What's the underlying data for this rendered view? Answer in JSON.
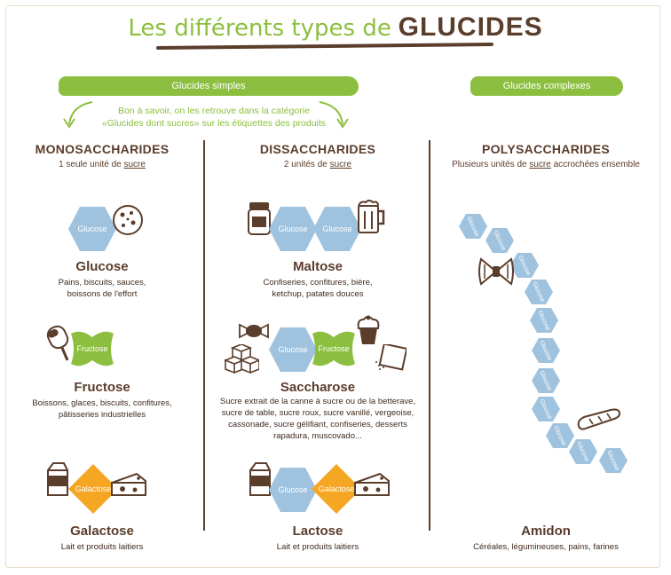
{
  "title": {
    "part1": "Les différents types de",
    "part2": "GLUCIDES"
  },
  "banners": {
    "simple": "Glucides simples",
    "complex": "Glucides complexes"
  },
  "tip": "Bon à savoir, on les retrouve dans la catégorie «Glucides dont sucres» sur les étiquettes des produits",
  "columns": [
    {
      "title": "MONOSACCHARIDES",
      "subtitle_pre": "1 seule unité de ",
      "subtitle_u": "sucre",
      "subtitle_post": ""
    },
    {
      "title": "DISSACCHARIDES",
      "subtitle_pre": "2 unités de ",
      "subtitle_u": "sucre",
      "subtitle_post": ""
    },
    {
      "title": "POLYSACCHARIDES",
      "subtitle_pre": "Plusieurs unités de ",
      "subtitle_u": "sucre",
      "subtitle_post": " accrochées ensemble"
    }
  ],
  "mono": [
    {
      "name": "Glucose",
      "desc": [
        "Pains, biscuits, sauces,",
        "boissons de l'effort"
      ],
      "unit": "Glucose"
    },
    {
      "name": "Fructose",
      "desc": [
        "Boissons, glaces, biscuits, confitures,",
        "pâtisseries industrielles"
      ],
      "unit": "Fructose"
    },
    {
      "name": "Galactose",
      "desc": [
        "Lait et produits laitiers"
      ],
      "unit": "Galactose"
    }
  ],
  "di": [
    {
      "name": "Maltose",
      "desc": [
        "Confiseries, confitures, bière,",
        "ketchup, patates douces"
      ],
      "units": [
        "Glucose",
        "Glucose"
      ]
    },
    {
      "name": "Saccharose",
      "desc": [
        "Sucre extrait de la canne à sucre ou de la betterave,",
        "sucre de table, sucre roux, sucre vanillé, vergeoise,",
        "cassonade, sucre gélifiant, confiseries, desserts",
        "rapadura, muscovado..."
      ],
      "units": [
        "Glucose",
        "Fructose"
      ]
    },
    {
      "name": "Lactose",
      "desc": [
        "Lait et produits laitiers"
      ],
      "units": [
        "Glucose",
        "Galactose"
      ]
    }
  ],
  "poly": {
    "name": "Amidon",
    "desc": "Céréales, légumineuses, pains, farines",
    "unit": "Glucose"
  },
  "colors": {
    "green": "#8cbf3f",
    "blue": "#9fc3df",
    "orange": "#f5a623",
    "brown": "#5a3d2b"
  },
  "icons": [
    "cookie-icon",
    "ice-cream-icon",
    "milk-carton-icon",
    "cheese-icon",
    "jam-jar-icon",
    "beer-mug-icon",
    "sugar-cubes-icon",
    "candy-icon",
    "cupcake-icon",
    "sugar-packet-icon",
    "pasta-bow-icon",
    "baguette-icon"
  ]
}
